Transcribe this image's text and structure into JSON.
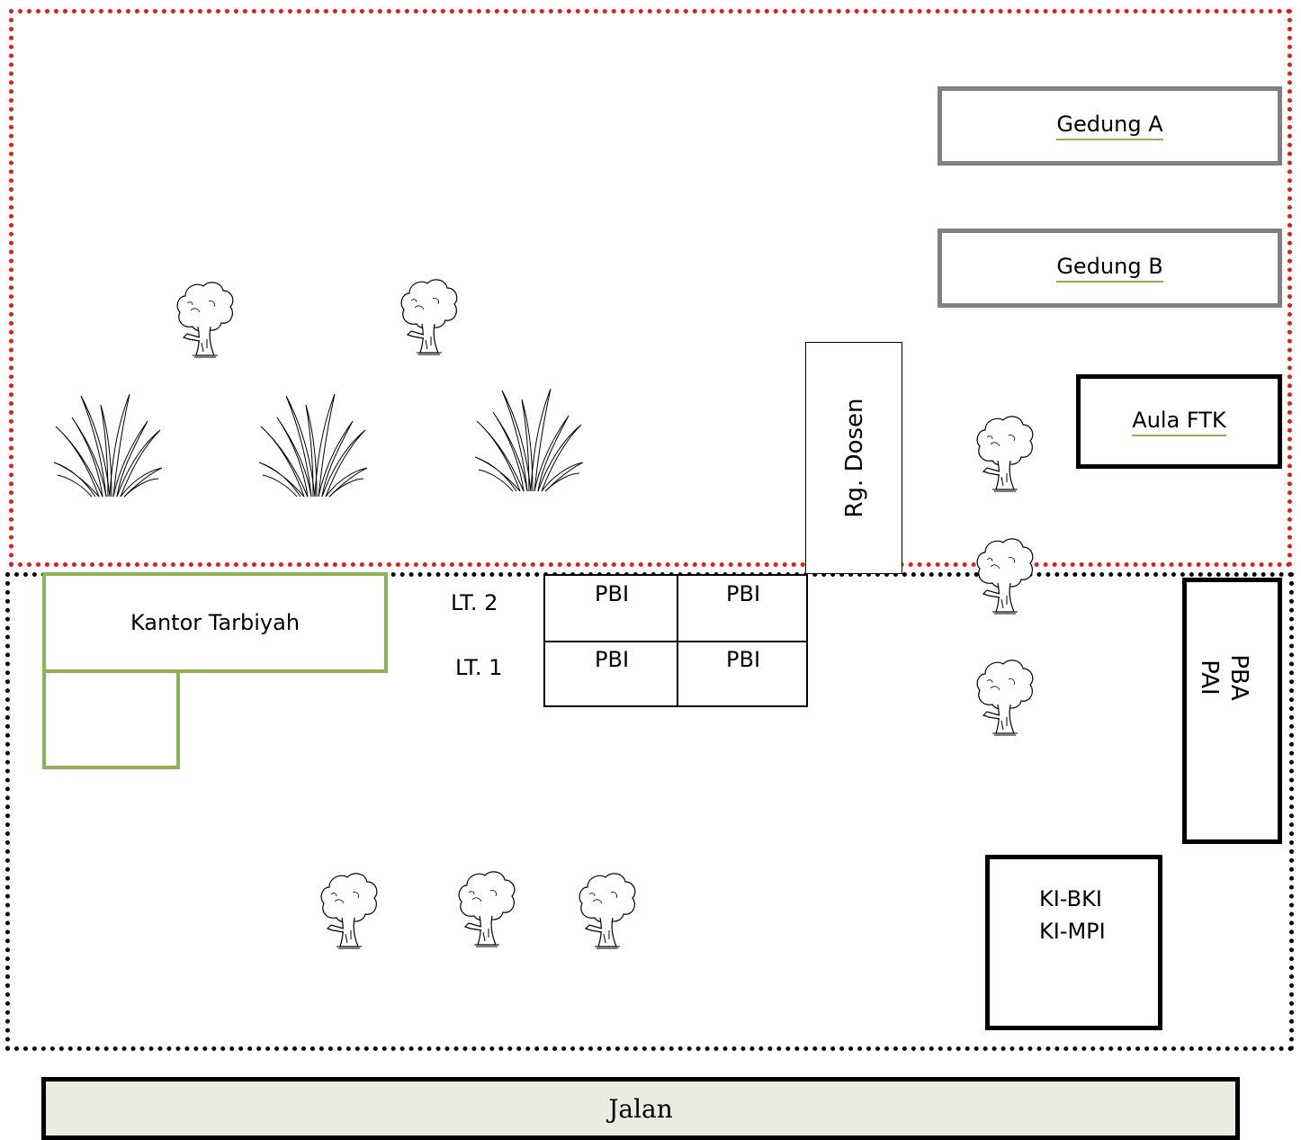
{
  "buildings": {
    "gedung_a": "Gedung A",
    "gedung_b": "Gedung B",
    "rg_dosen": "Rg. Dosen",
    "aula_ftk": "Aula FTK",
    "kantor_tarbiyah": "Kantor Tarbiyah",
    "pba_pai": [
      "PBA",
      "PAI"
    ],
    "ki": [
      "KI-BKI",
      "KI-MPI"
    ],
    "pbi_cells": [
      "PBI",
      "PBI",
      "PBI",
      "PBI"
    ]
  },
  "floors": {
    "lt2": "LT. 2",
    "lt1": "LT. 1"
  },
  "road": "Jalan",
  "colors": {
    "upper_zone": "#e31b1b",
    "lower_zone": "#000000",
    "kantor_border": "#8db255",
    "gray_border": "#808080",
    "road_fill": "#ecebe0"
  },
  "icons": {
    "tree": "tree-icon",
    "grass": "grass-icon"
  }
}
